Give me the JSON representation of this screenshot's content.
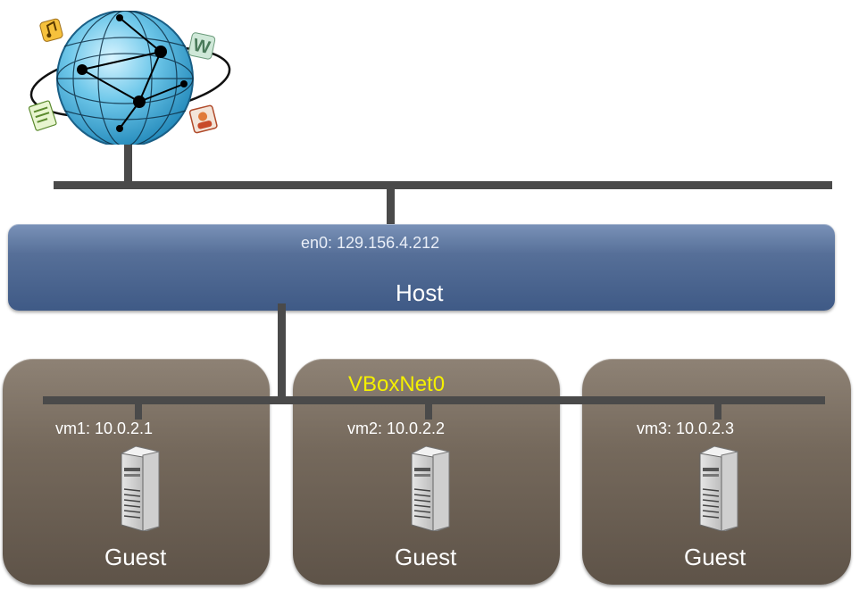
{
  "diagram": {
    "host": {
      "interface": "en0: 129.156.4.212",
      "label": "Host"
    },
    "network": {
      "name": "VBoxNet0"
    },
    "guests": [
      {
        "ip": "vm1: 10.0.2.1",
        "label": "Guest"
      },
      {
        "ip": "vm2: 10.0.2.2",
        "label": "Guest"
      },
      {
        "ip": "vm3: 10.0.2.3",
        "label": "Guest"
      }
    ],
    "icons": {
      "internet": "globe-icon",
      "server": "server-tower-icon"
    },
    "colors": {
      "host_box": "#566f98",
      "guest_box": "#75695c",
      "network_label": "#f4f000",
      "connector": "#4a4a4a"
    }
  }
}
